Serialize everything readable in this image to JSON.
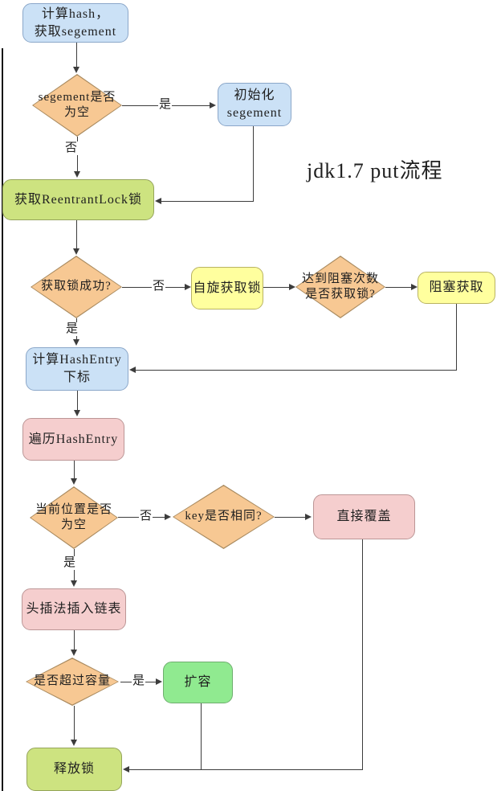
{
  "title": "jdk1.7 put流程",
  "palette": {
    "blue-fill": "#cbe1f6",
    "blue-border": "#8ba7c9",
    "orange-fill": "#f7c893",
    "orange-border": "#a98a5f",
    "yellowgreen-fill": "#cde380",
    "yellowgreen-border": "#95a45b",
    "yellow-fill": "#ffff9e",
    "yellow-border": "#b9b362",
    "pink-fill": "#f5cece",
    "pink-border": "#bc9696",
    "green-fill": "#90ea90",
    "green-border": "#6fae6f",
    "line": "#3c3c3c",
    "text": "#1f1f1f"
  },
  "nodes": {
    "calc_hash": {
      "label": "计算hash，\n获取segement"
    },
    "segment_empty": {
      "label": "segement是否\n为空"
    },
    "init_segment": {
      "label": "初始化\nsegement"
    },
    "acquire_lock": {
      "label": "获取ReentrantLock锁"
    },
    "lock_success": {
      "label": "获取锁成功?"
    },
    "spin_lock": {
      "label": "自旋获取锁"
    },
    "block_times": {
      "label": "达到阻塞次数\n是否获取锁?"
    },
    "block_acquire": {
      "label": "阻塞获取"
    },
    "calc_index": {
      "label": "计算HashEntry\n下标"
    },
    "traverse_entry": {
      "label": "遍历HashEntry"
    },
    "pos_empty": {
      "label": "当前位置是否\n为空"
    },
    "key_same": {
      "label": "key是否相同?"
    },
    "overwrite": {
      "label": "直接覆盖"
    },
    "head_insert": {
      "label": "头插法插入链表"
    },
    "over_capacity": {
      "label": "是否超过容量"
    },
    "expand": {
      "label": "扩容"
    },
    "release_lock": {
      "label": "释放锁"
    }
  },
  "edge_labels": {
    "segment_yes": "是",
    "segment_no": "否",
    "lock_no": "否",
    "lock_yes": "是",
    "pos_no": "否",
    "pos_yes": "是",
    "capacity_yes": "是"
  }
}
